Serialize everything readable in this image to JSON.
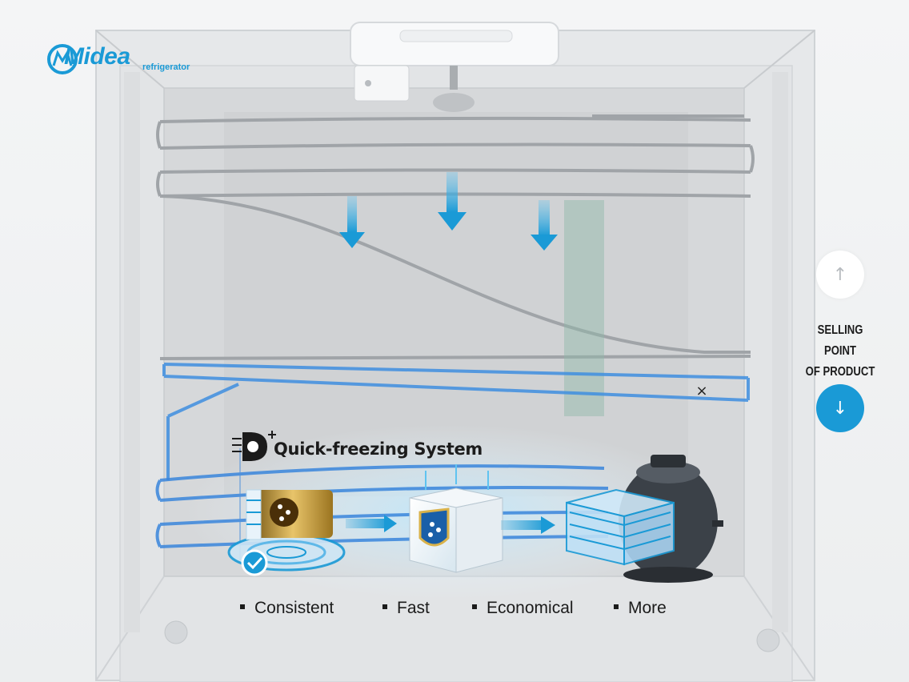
{
  "brand": {
    "name": "Midea",
    "tagline": "refrigerator",
    "color": "#1a9ad6"
  },
  "feature_panel": {
    "logo_mark": "D+",
    "title": "Quick-freezing System",
    "features": [
      "Consistent",
      "Fast",
      "Economical",
      "More"
    ],
    "close_icon": "close-icon"
  },
  "navigation": {
    "up_icon": "arrow-up-icon",
    "down_icon": "arrow-down-icon",
    "up_glyph": "↑",
    "down_glyph": "↓",
    "close_glyph": "×",
    "label_lines": [
      "SELLING POINT",
      "OF PRODUCT"
    ],
    "active_color": "#1a9ad6"
  }
}
